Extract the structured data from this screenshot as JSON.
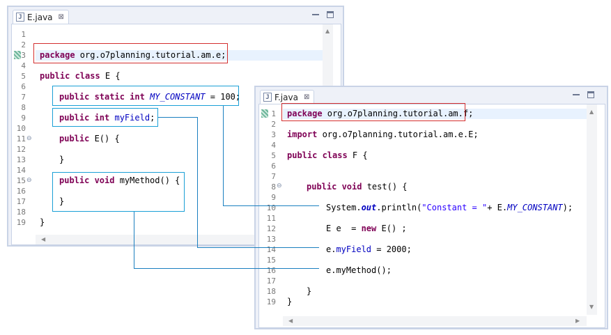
{
  "e_editor": {
    "tab_label": "E.java",
    "file_icon": "J",
    "close_icon": "⊠",
    "line_numbers": [
      "1",
      "2",
      "3",
      "4",
      "5",
      "6",
      "7",
      "8",
      "9",
      "10",
      "11",
      "12",
      "13",
      "14",
      "15",
      "16",
      "17",
      "18",
      "19"
    ],
    "code": {
      "l3_kw": "package",
      "l3_rest": " org.o7planning.tutorial.am.e;",
      "l5_kw": "public class",
      "l5_rest": " E {",
      "l7_kw": "public static int",
      "l7_field": "MY_CONSTANT",
      "l7_rest": " = 100;",
      "l9_kw": "public int",
      "l9_field": "myField",
      "l9_rest": ";",
      "l11": "public E() {",
      "l13": "}",
      "l15_kw": "public void",
      "l15_rest": " myMethod() {",
      "l17": "}",
      "l19": "}"
    },
    "fold_marker": "⊖"
  },
  "f_editor": {
    "tab_label": "F.java",
    "file_icon": "J",
    "close_icon": "⊠",
    "line_numbers": [
      "1",
      "2",
      "3",
      "4",
      "5",
      "6",
      "7",
      "8",
      "9",
      "10",
      "11",
      "12",
      "13",
      "14",
      "15",
      "16",
      "17",
      "18",
      "19"
    ],
    "code": {
      "l1_kw": "package",
      "l1_rest": " org.o7planning.tutorial.am.f;",
      "l3_kw": "import",
      "l3_rest": " org.o7planning.tutorial.am.e.E;",
      "l5_kw": "public class",
      "l5_rest": " F {",
      "l8_kw": "public void",
      "l8_rest": " test() {",
      "l10_a": "System.",
      "l10_out": "out",
      "l10_b": ".println(",
      "l10_str": "\"Constant = \"",
      "l10_c": "+ E.",
      "l10_const": "MY_CONSTANT",
      "l10_d": ");",
      "l12_a": "E e  = ",
      "l12_kw": "new",
      "l12_b": " E() ;",
      "l14_a": "e.",
      "l14_field": "myField",
      "l14_b": " = 2000;",
      "l16": "e.myMethod();",
      "l18": "}",
      "l19": "}"
    },
    "fold_marker": "⊖"
  }
}
